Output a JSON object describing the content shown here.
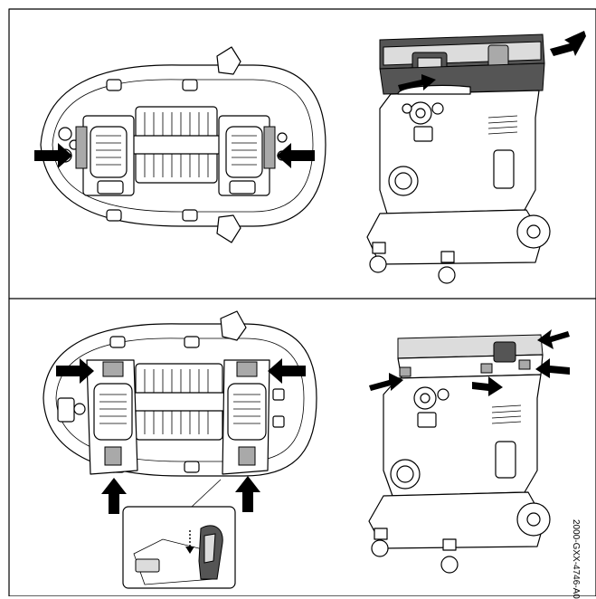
{
  "document": {
    "code": "2000-GXX-4746-A0"
  },
  "figure": {
    "panels": [
      {
        "id": "top",
        "step": "remove-box"
      },
      {
        "id": "bottom",
        "step": "attach-box"
      }
    ],
    "arrow_color": "#000000",
    "highlight_color": "#a9a9a9"
  }
}
